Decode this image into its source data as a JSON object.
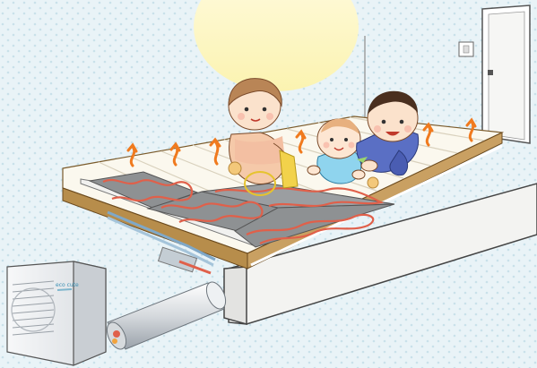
{
  "scene": {
    "background_color": "#e9f3f7",
    "pattern_color": "#c9e1ea",
    "sun_color": "#fdf8c6",
    "floor_color": "#fbf8ee",
    "plank_line_color": "#d9d1bd",
    "wood_edge_color": "#a07a3e",
    "foundation_color": "#f3f3f1",
    "pipe_color": "#e0604a",
    "heat_arrow_color": "#f07a1e",
    "outdoor_unit_color": "#eceef0",
    "outdoor_unit_logo": "eco cute",
    "family_members": [
      "mother",
      "baby",
      "father"
    ],
    "icons": [
      "sun",
      "door",
      "light-switch",
      "heat-arrow",
      "heat-pump-outdoor-unit",
      "insulated-pipe",
      "toy-ball",
      "toy-rattle"
    ]
  }
}
